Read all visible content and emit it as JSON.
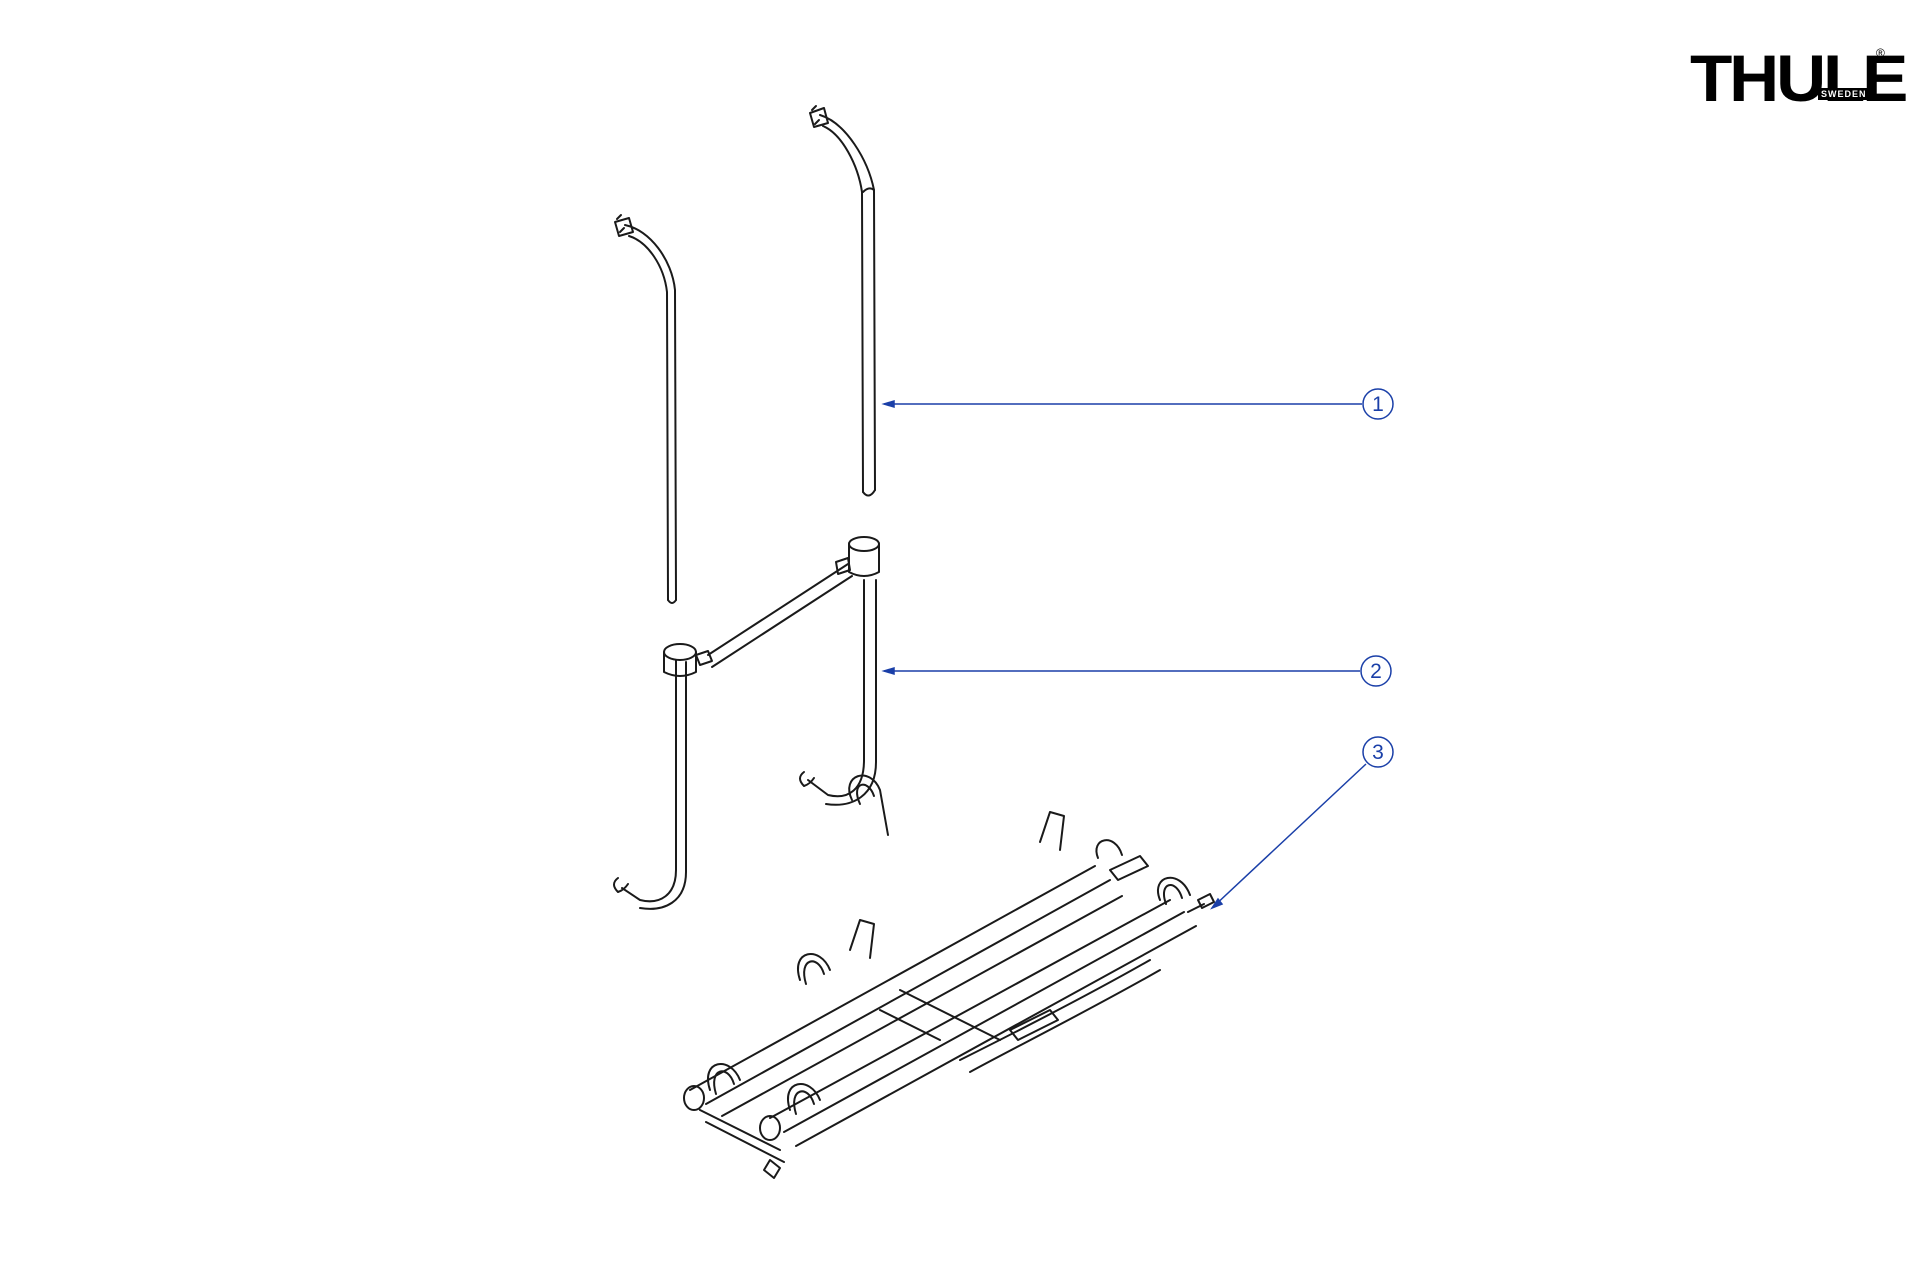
{
  "logo": {
    "brand": "THULE",
    "sub": "SWEDEN",
    "reg": "®"
  },
  "callouts": [
    {
      "number": "1",
      "part": "upper-rails"
    },
    {
      "number": "2",
      "part": "lower-frame"
    },
    {
      "number": "3",
      "part": "bike-carrier-rails"
    }
  ],
  "colors": {
    "line": "#1a1a1a",
    "callout": "#1a3fa8",
    "background": "#ffffff"
  }
}
